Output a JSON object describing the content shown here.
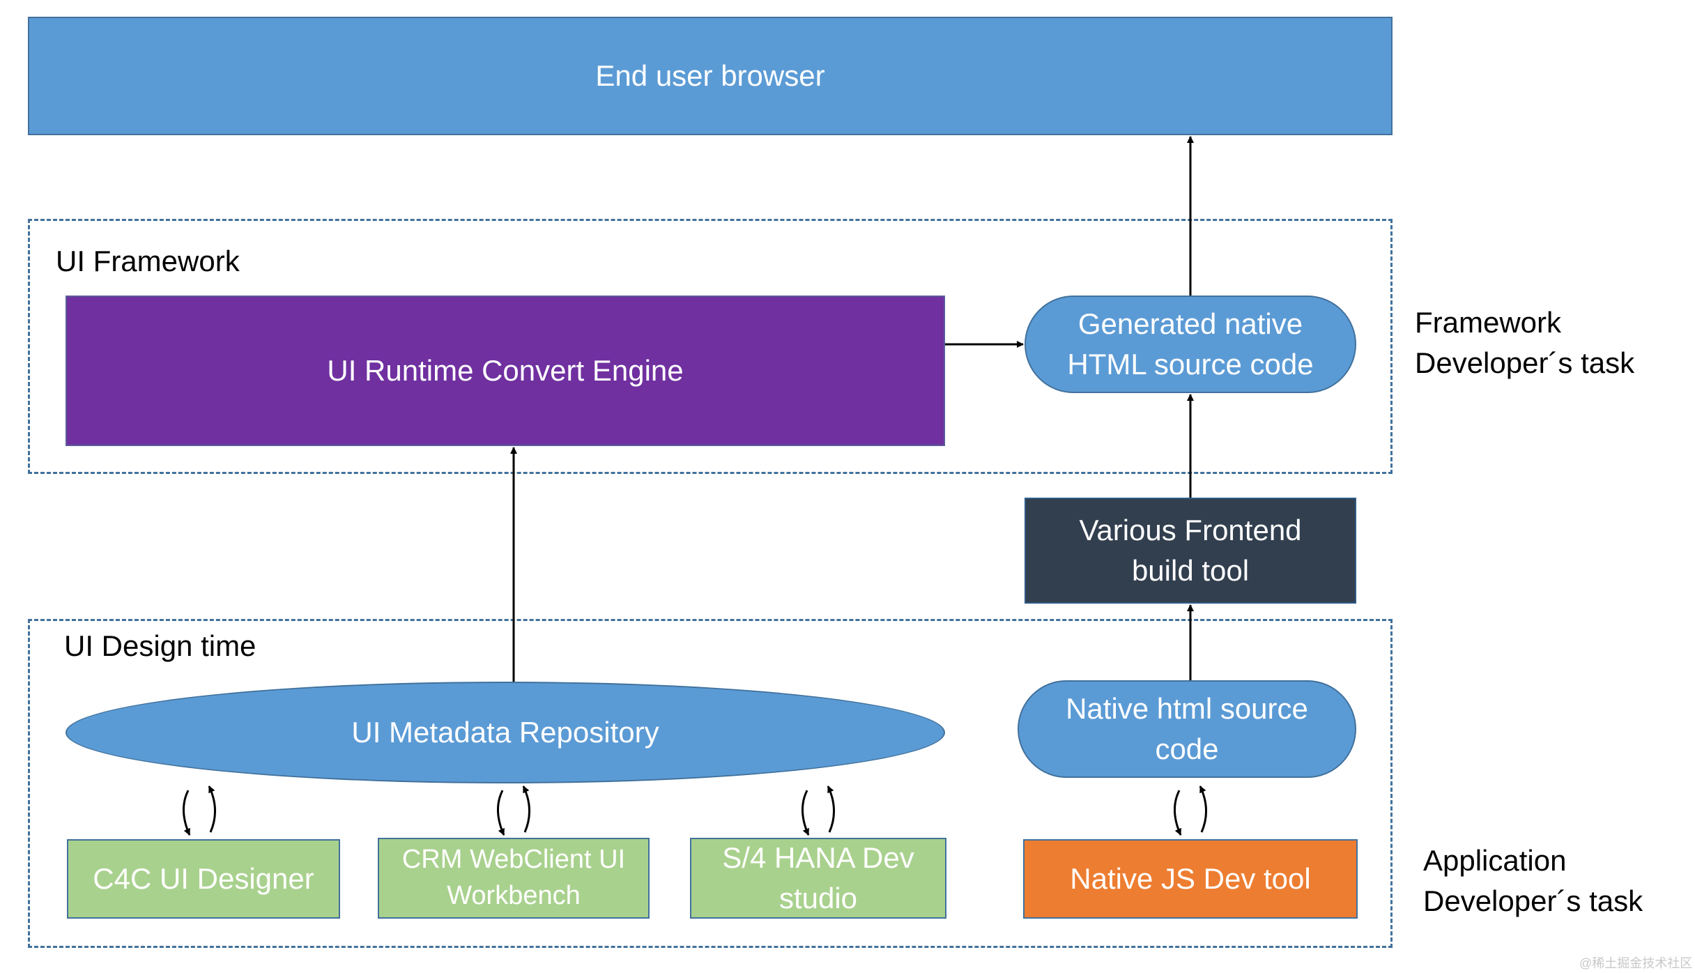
{
  "nodes": {
    "end_user_browser": "End user browser",
    "ui_runtime_convert_engine": "UI Runtime Convert Engine",
    "generated_native_html": "Generated native\nHTML source code",
    "various_frontend_build_tool": "Various Frontend\nbuild tool",
    "ui_metadata_repository": "UI Metadata Repository",
    "native_html_source_code": "Native html source\ncode",
    "c4c_ui_designer": "C4C UI Designer",
    "crm_webclient_ui_workbench": "CRM WebClient UI\nWorkbench",
    "s4_hana_dev_studio": "S/4 HANA Dev\nstudio",
    "native_js_dev_tool": "Native JS Dev tool"
  },
  "groups": {
    "ui_framework": "UI Framework",
    "ui_design_time": "UI Design time"
  },
  "side_labels": {
    "framework_developer_task": "Framework\nDeveloper´s task",
    "application_developer_task": "Application\nDeveloper´s task"
  },
  "watermark": "@稀土掘金技术社区",
  "colors": {
    "blue": "#5b9bd5",
    "purple": "#7030a0",
    "dark_slate": "#323f4f",
    "green": "#a9d18e",
    "orange": "#ed7d31",
    "border": "#41719c"
  }
}
